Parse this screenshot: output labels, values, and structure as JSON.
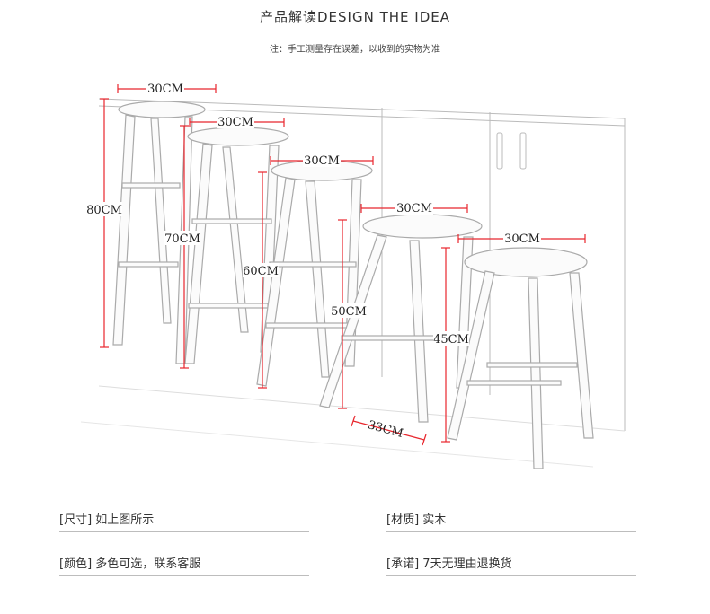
{
  "header": {
    "title": "产品解读DESIGN THE IDEA",
    "note": "注：手工测量存在误差，以收到的实物为准"
  },
  "figure": {
    "stools": [
      {
        "height_label": "80CM",
        "width_label": "30CM",
        "height_cm": 80
      },
      {
        "height_label": "70CM",
        "width_label": "30CM",
        "height_cm": 70
      },
      {
        "height_label": "60CM",
        "width_label": "30CM",
        "height_cm": 60
      },
      {
        "height_label": "50CM",
        "width_label": "30CM",
        "height_cm": 50
      },
      {
        "height_label": "45CM",
        "width_label": "30CM",
        "height_cm": 45
      }
    ],
    "base_label": "33CM"
  },
  "specs": {
    "size": {
      "key": "[尺寸]",
      "value": "如上图所示"
    },
    "material": {
      "key": "[材质]",
      "value": "实木"
    },
    "color": {
      "key": "[颜色]",
      "value": "多色可选，联系客服"
    },
    "promise": {
      "key": "[承诺]",
      "value": "7天无理由退换货"
    }
  },
  "colors": {
    "dimension_line": "#e8262d",
    "text": "#333333",
    "rule": "#bdbdbd"
  }
}
